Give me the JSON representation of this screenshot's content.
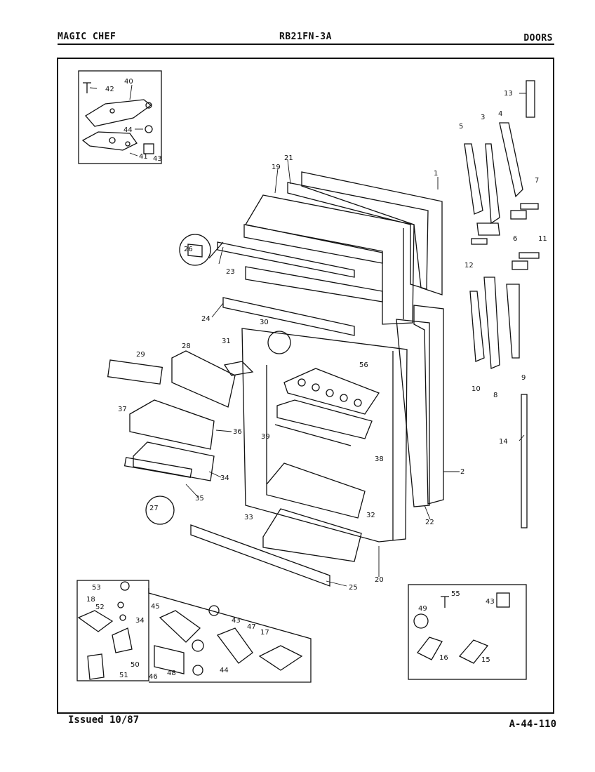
{
  "header": {
    "left": "MAGIC CHEF",
    "center": "RB21FN-3A",
    "right": "DOORS"
  },
  "footer": {
    "left": "Issued 10/87",
    "right": "A-44-110"
  },
  "callouts": {
    "c1": "1",
    "c2": "2",
    "c3": "3",
    "c4": "4",
    "c5": "5",
    "c6": "6",
    "c7": "7",
    "c8": "8",
    "c9": "9",
    "c10": "10",
    "c11": "11",
    "c12": "12",
    "c13": "13",
    "c14": "14",
    "c15": "15",
    "c16": "16",
    "c17": "17",
    "c18": "18",
    "c19": "19",
    "c20": "20",
    "c21": "21",
    "c22": "22",
    "c23": "23",
    "c24": "24",
    "c25": "25",
    "c26": "26",
    "c27": "27",
    "c28": "28",
    "c29": "29",
    "c30": "30",
    "c31": "31",
    "c32": "32",
    "c33": "33",
    "c34a": "34",
    "c34b": "34",
    "c35": "35",
    "c36": "36",
    "c37": "37",
    "c38": "38",
    "c39": "39",
    "c40": "40",
    "c41": "41",
    "c42": "42",
    "c43a": "43",
    "c43b": "43",
    "c43c": "43",
    "c44a": "44",
    "c44b": "44",
    "c45": "45",
    "c46": "46",
    "c47": "47",
    "c48": "48",
    "c49": "49",
    "c50": "50",
    "c51": "51",
    "c52": "52",
    "c53": "53",
    "c55": "55",
    "c56": "56"
  }
}
